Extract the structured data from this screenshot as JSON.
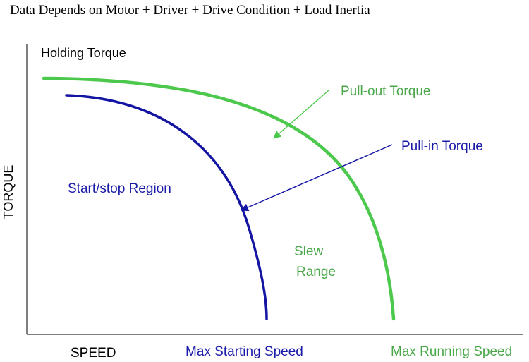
{
  "title": "Data Depends on Motor + Driver + Drive Condition + Load Inertia",
  "axes": {
    "y_label": "TORQUE",
    "x_label": "SPEED",
    "top_label": "Holding Torque"
  },
  "curves": {
    "pull_out": {
      "label": "Pull-out Torque",
      "color": "#4cc94c"
    },
    "pull_in": {
      "label": "Pull-in Torque",
      "color": "#1515a3"
    }
  },
  "regions": {
    "start_stop": "Start/stop Region",
    "slew_line1": "Slew",
    "slew_line2": "Range"
  },
  "speed_markers": {
    "max_starting": "Max Starting Speed",
    "max_running": "Max Running Speed"
  },
  "colors": {
    "axis": "#555555",
    "text": "#000000",
    "green_text": "#4aa84a",
    "blue_text": "#1a1aa8"
  }
}
